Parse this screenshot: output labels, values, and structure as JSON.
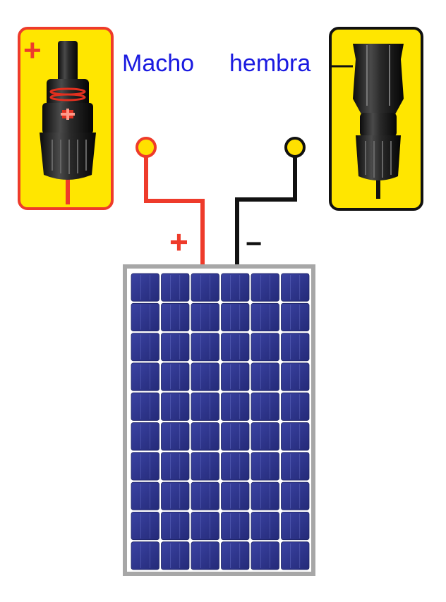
{
  "labels": {
    "male": "Macho",
    "female": "hembra",
    "male_box_sign": "+",
    "wire_plus_sign": "+",
    "wire_minus_sign": "−",
    "female_box_sign": "—"
  },
  "colors": {
    "box_fill": "#ffe600",
    "positive": "#ee3b2b",
    "negative": "#111111",
    "label_text": "#1a1ae0",
    "panel_frame": "#a7a7a7",
    "cell": "#2e3589",
    "cell_dark": "#1f2563",
    "terminal_fill": "#ffe000"
  },
  "solar_panel": {
    "rows": 10,
    "columns": 6
  },
  "icons": [
    "male-mc4-connector-icon",
    "female-mc4-connector-icon",
    "solar-panel-icon"
  ]
}
